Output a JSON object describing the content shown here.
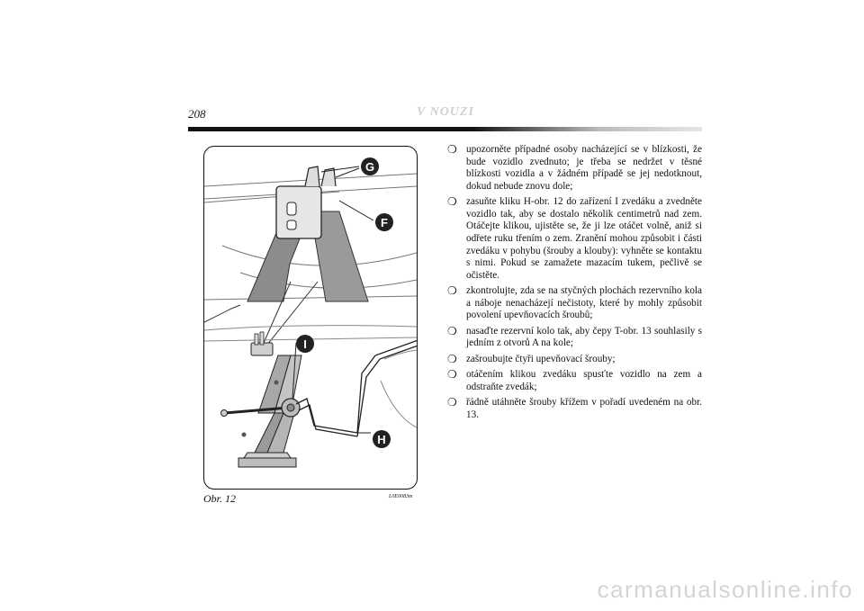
{
  "header": {
    "page_number": "208",
    "section_title": "V NOUZI"
  },
  "figure": {
    "caption": "Obr. 12",
    "code": "L0E0083m",
    "callouts": {
      "g": "G",
      "f": "F",
      "i": "I",
      "h": "H"
    },
    "icon": "scissor-jack-illustration"
  },
  "instructions": [
    "upozorněte případné osoby nacházející se v blízkosti, že bude vozidlo zvednuto; je třeba se nedržet v těsné blízkosti vozidla a v žádném případě se jej nedotknout, dokud nebude znovu dole;",
    "zasuňte kliku H-obr. 12 do zařízení I zvedáku a zvedněte vozidlo tak, aby se dostalo několik centimetrů nad zem. Otáčejte klikou, ujistěte se, že ji lze otáčet volně, aniž si odřete ruku třením o zem. Zranění mohou způsobit i části zvedáku v pohybu (šrouby a klouby): vyhněte se kontaktu s nimi. Pokud se zamažete mazacím tukem, pečlivě se očistěte.",
    "zkontrolujte, zda se na styčných plochách rezervního kola a náboje nenacházejí nečistoty, které by mohly způsobit povolení upevňovacích šroubů;",
    "nasaďte rezervní kolo tak, aby čepy T-obr. 13 souhlasily s jedním z otvorů A na kole;",
    "zašroubujte čtyři upevňovací šrouby;",
    "otáčením klikou zvedáku spusťte vozidlo na zem a odstraňte zvedák;",
    "řádně utáhněte šrouby křížem v pořadí uvedeném na obr. 13."
  ],
  "bullet_symbol": "❍",
  "watermark": "carmanualsonline.info",
  "colors": {
    "text": "#111111",
    "section_title": "#d0d0d0",
    "watermark": "#d4d4d4",
    "callout_fill": "#222222"
  }
}
